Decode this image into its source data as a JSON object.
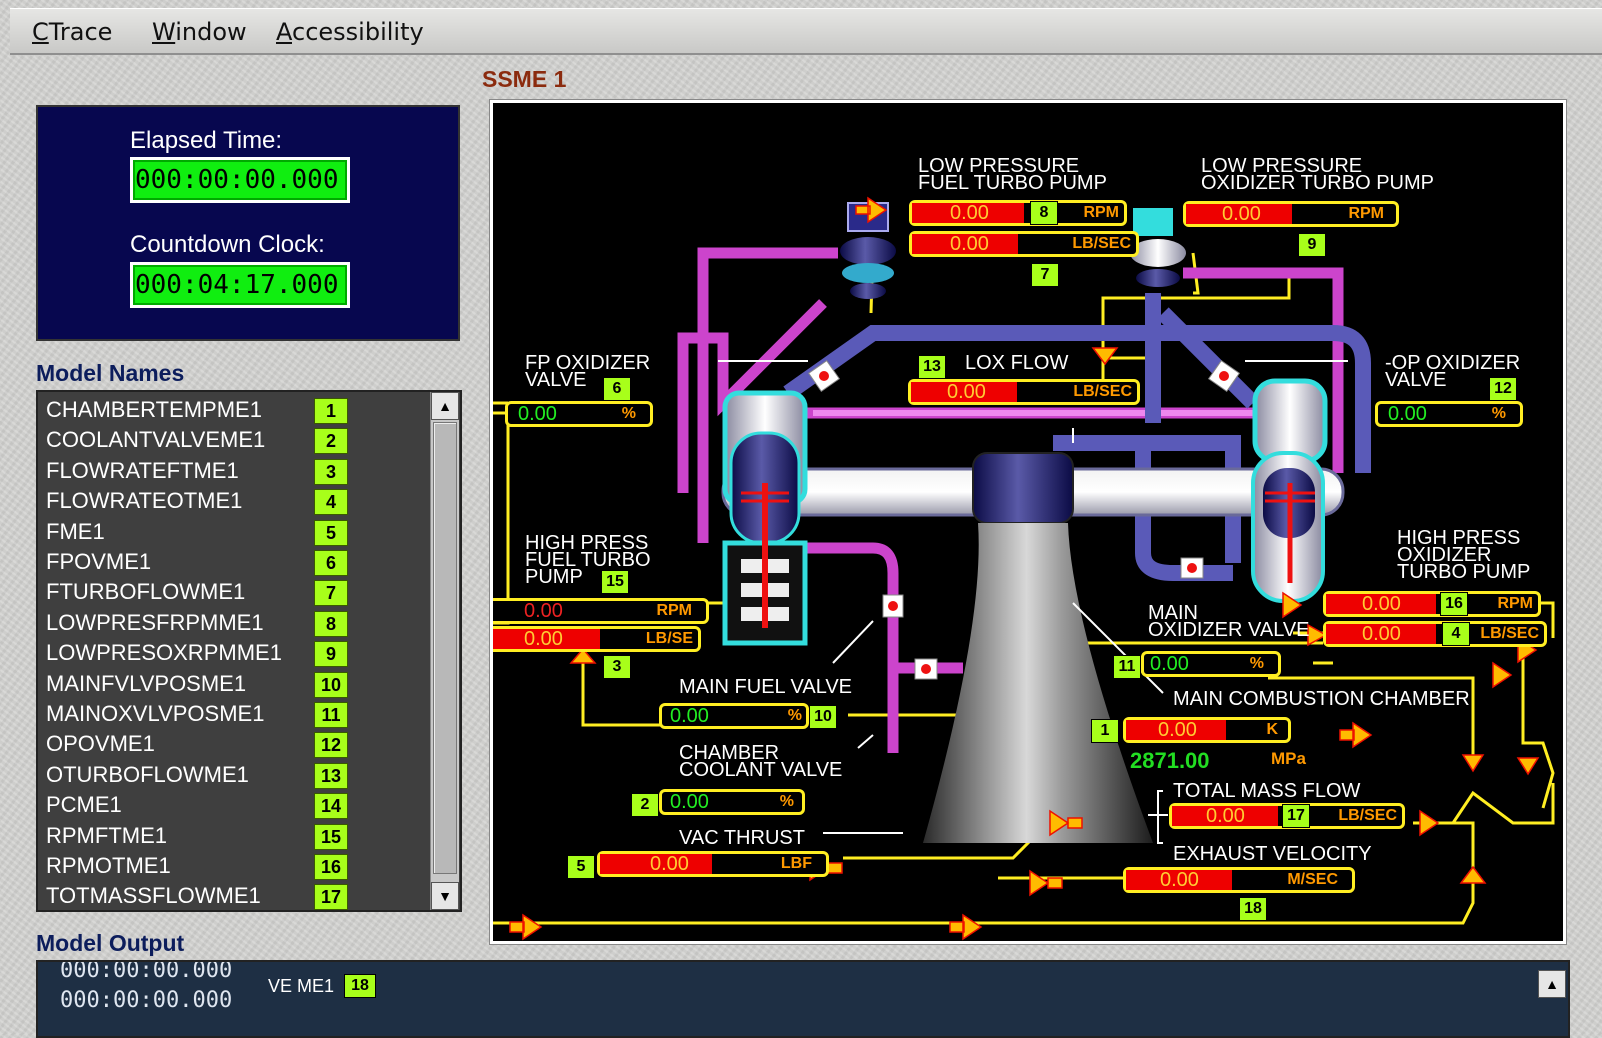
{
  "menu": [
    "CTrace",
    "Window",
    "Accessibility"
  ],
  "panel_title": "SSME 1",
  "clock": {
    "elapsed_label": "Elapsed Time:",
    "elapsed_value": "000:00:00.000",
    "countdown_label": "Countdown Clock:",
    "countdown_value": "000:04:17.000"
  },
  "model_names": {
    "title": "Model Names",
    "items": [
      {
        "name": "CHAMBERTEMPME1",
        "num": "1"
      },
      {
        "name": "COOLANTVALVEME1",
        "num": "2"
      },
      {
        "name": "FLOWRATEFTME1",
        "num": "3"
      },
      {
        "name": "FLOWRATEOTME1",
        "num": "4"
      },
      {
        "name": "FME1",
        "num": "5"
      },
      {
        "name": "FPOVME1",
        "num": "6"
      },
      {
        "name": "FTURBOFLOWME1",
        "num": "7"
      },
      {
        "name": "LOWPRESFRPMME1",
        "num": "8"
      },
      {
        "name": "LOWPRESOXRPMME1",
        "num": "9"
      },
      {
        "name": "MAINFVLVPOSME1",
        "num": "10"
      },
      {
        "name": "MAINOXVLVPOSME1",
        "num": "11"
      },
      {
        "name": "OPOVME1",
        "num": "12"
      },
      {
        "name": "OTURBOFLOWME1",
        "num": "13"
      },
      {
        "name": "PCME1",
        "num": "14"
      },
      {
        "name": "RPMFTME1",
        "num": "15"
      },
      {
        "name": "RPMOTME1",
        "num": "16"
      },
      {
        "name": "TOTMASSFLOWME1",
        "num": "17"
      }
    ]
  },
  "diagram": {
    "labels": {
      "lpftp": [
        "LOW PRESSURE",
        "FUEL TURBO PUMP"
      ],
      "lpotp": [
        "LOW PRESSURE",
        "OXIDIZER TURBO PUMP"
      ],
      "fpov": [
        "FP OXIDIZER",
        "VALVE"
      ],
      "lox": "LOX FLOW",
      "opov": [
        "-OP OXIDIZER",
        "VALVE"
      ],
      "hpftp": [
        "HIGH PRESS",
        "FUEL TURBO",
        "PUMP"
      ],
      "hpotp": [
        "HIGH PRESS",
        "OXIDIZER",
        "TURBO PUMP"
      ],
      "mov": [
        "MAIN",
        "OXIDIZER VALVE"
      ],
      "mfv": "MAIN FUEL VALVE",
      "mcc": "MAIN COMBUSTION CHAMBER",
      "ccv": [
        "CHAMBER",
        "COOLANT VALVE"
      ],
      "vac": "VAC THRUST",
      "tmf": "TOTAL MASS FLOW",
      "ev": "EXHAUST VELOCITY"
    },
    "gauges": [
      {
        "id": "lpf-rpm",
        "value": "0.00",
        "unit": "RPM",
        "tag": "8"
      },
      {
        "id": "lpf-flow",
        "value": "0.00",
        "unit": "LB/SEC",
        "tag": "7"
      },
      {
        "id": "lpo-rpm",
        "value": "0.00",
        "unit": "RPM",
        "tag": "9"
      },
      {
        "id": "lox-flow",
        "value": "0.00",
        "unit": "LB/SEC",
        "tag": "13"
      },
      {
        "id": "fpov",
        "value": "0.00",
        "unit": "%",
        "tag": "6"
      },
      {
        "id": "opov",
        "value": "0.00",
        "unit": "%",
        "tag": "12"
      },
      {
        "id": "hpf-rpm",
        "value": "0.00",
        "unit": "RPM",
        "tag": "15"
      },
      {
        "id": "hpf-flow",
        "value": "0.00",
        "unit": "LB/SE",
        "tag": "3"
      },
      {
        "id": "hpo-rpm",
        "value": "0.00",
        "unit": "RPM",
        "tag": "16"
      },
      {
        "id": "hpo-flow",
        "value": "0.00",
        "unit": "LB/SEC",
        "tag": "4"
      },
      {
        "id": "mov",
        "value": "0.00",
        "unit": "%",
        "tag": "11"
      },
      {
        "id": "mfv",
        "value": "0.00",
        "unit": "%",
        "tag": "10"
      },
      {
        "id": "chamber-temp",
        "value": "0.00",
        "unit": "K",
        "tag": "1"
      },
      {
        "id": "coolant",
        "value": "0.00",
        "unit": "%",
        "tag": "2"
      },
      {
        "id": "tmf",
        "value": "0.00",
        "unit": "LB/SEC",
        "tag": "17"
      },
      {
        "id": "vac-thrust",
        "value": "0.00",
        "unit": "LBF",
        "tag": "5"
      },
      {
        "id": "exhaust",
        "value": "0.00",
        "unit": "M/SEC",
        "tag": "18"
      }
    ],
    "pressure": {
      "value": "2871.00",
      "unit": "MPa"
    }
  },
  "model_output": {
    "title": "Model Output",
    "lines": [
      "000:00:00.000",
      "000:00:00.000"
    ],
    "fragment": "VE ME1",
    "fragment_tag": "18"
  }
}
